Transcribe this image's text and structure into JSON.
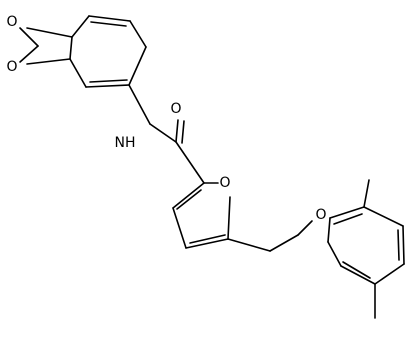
{
  "molecule": {
    "atom_labels": {
      "o_dioxole_top": "O",
      "o_dioxole_bottom": "O",
      "nh": "NH",
      "o_carbonyl": "O",
      "o_furan": "O",
      "o_ether": "O"
    },
    "bond_color": "#000000"
  }
}
